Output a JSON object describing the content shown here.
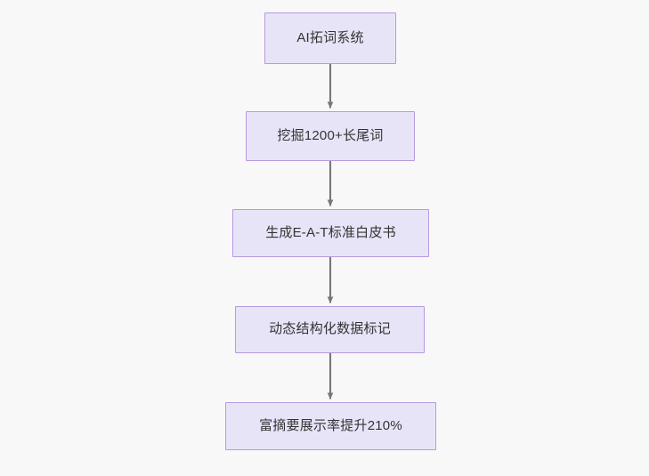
{
  "diagram": {
    "type": "flowchart",
    "orientation": "top-to-bottom",
    "background_color": "#f8f8f8",
    "node_fill_color": "#e8e4f8",
    "node_border_color": "#b69ae0",
    "node_text_color": "#333333",
    "edge_color": "#777777",
    "nodes": [
      {
        "id": "n1",
        "label": "AI拓词系统"
      },
      {
        "id": "n2",
        "label": "挖掘1200+长尾词"
      },
      {
        "id": "n3",
        "label": "生成E-A-T标准白皮书"
      },
      {
        "id": "n4",
        "label": "动态结构化数据标记"
      },
      {
        "id": "n5",
        "label": "富摘要展示率提升210%"
      }
    ],
    "edges": [
      {
        "id": "e1",
        "from": "n1",
        "to": "n2",
        "label": "",
        "arrow": "arrowhead-down-icon"
      },
      {
        "id": "e2",
        "from": "n2",
        "to": "n3",
        "label": "",
        "arrow": "arrowhead-down-icon"
      },
      {
        "id": "e3",
        "from": "n3",
        "to": "n4",
        "label": "",
        "arrow": "arrowhead-down-icon"
      },
      {
        "id": "e4",
        "from": "n4",
        "to": "n5",
        "label": "",
        "arrow": "arrowhead-down-icon"
      }
    ]
  }
}
